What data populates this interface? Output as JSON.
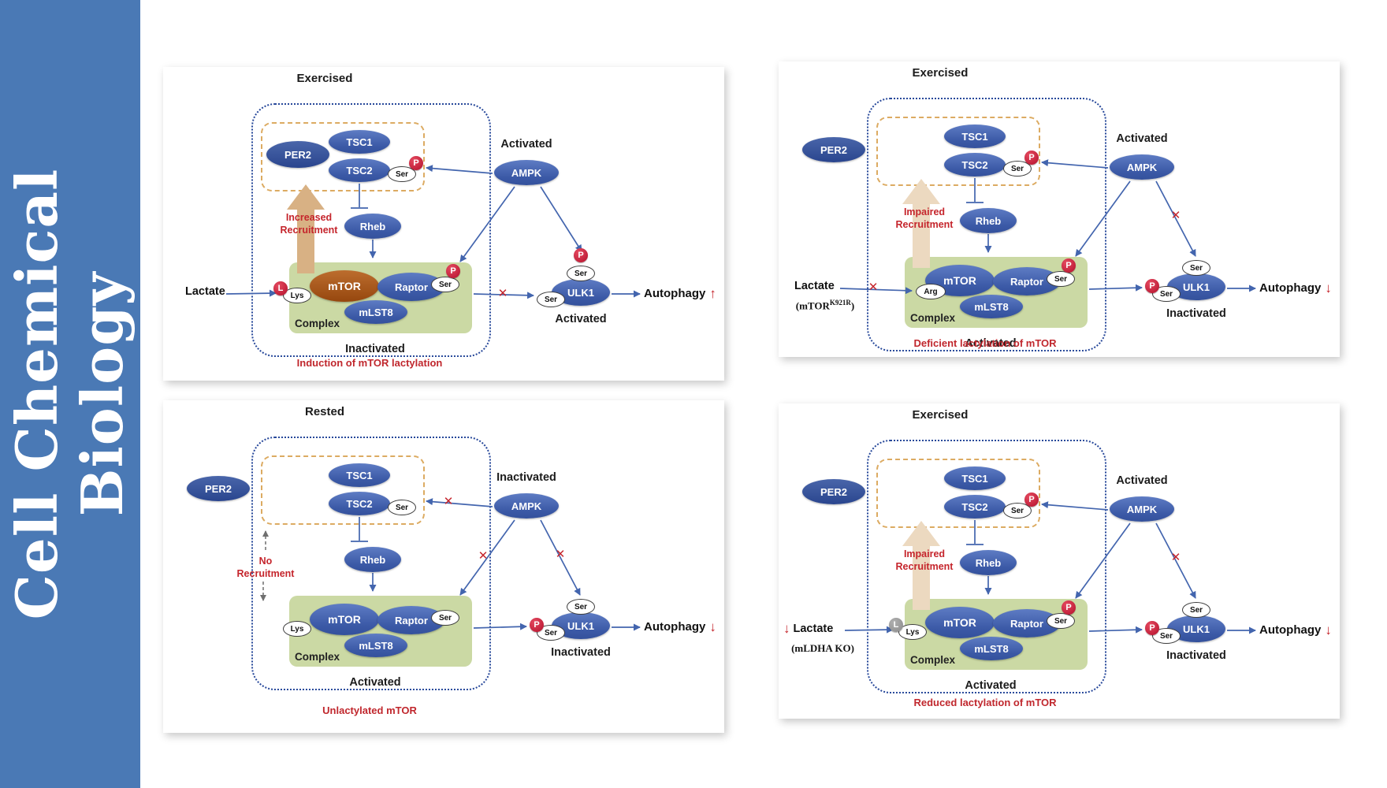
{
  "journal": {
    "name_line1": "Cell Chemical",
    "name_line2": "Biology"
  },
  "icons": {
    "x": "✕",
    "arrow_up": "↑",
    "arrow_down": "↓"
  },
  "colors": {
    "sidebar_blue": "#4a79b5",
    "node_blue": "#4060aa",
    "per2_blue": "#32509a",
    "mtor_brown": "#a65a1c",
    "complex_green": "#cbd9a4",
    "phospho_red": "#c0182f",
    "alert_red": "#c5252c",
    "wire_blue": "#4365ae",
    "frame_blue": "#27489a",
    "frame_orange": "#dcab62",
    "recruitment_tan": "#d8b184"
  },
  "panels": [
    {
      "title": "Exercised",
      "per2": "PER2",
      "tsc1": "TSC1",
      "tsc2": "TSC2",
      "ampk": "AMPK",
      "ampk_state": "Activated",
      "rheb": "Rheb",
      "recruit_line1": "Increased",
      "recruit_line2": "Recruitment",
      "mtor": "mTOR",
      "raptor": "Raptor",
      "mlst8": "mLST8",
      "residue": "Lys",
      "residue_mark": "L",
      "ser": "Ser",
      "p": "P",
      "complex": "Complex",
      "complex_state": "Inactivated",
      "lactate": "Lactate",
      "ulk1": "ULK1",
      "ulk1_state": "Activated",
      "autophagy": "Autophagy",
      "autophagy_dir": "↑",
      "caption": "Induction of mTOR lactylation"
    },
    {
      "title": "Exercised",
      "per2": "PER2",
      "tsc1": "TSC1",
      "tsc2": "TSC2",
      "ampk": "AMPK",
      "ampk_state": "Activated",
      "rheb": "Rheb",
      "recruit_line1": "Impaired",
      "recruit_line2": "Recruitment",
      "mtor": "mTOR",
      "raptor": "Raptor",
      "mlst8": "mLST8",
      "residue": "Arg",
      "ser": "Ser",
      "p": "P",
      "complex": "Complex",
      "complex_state": "Activated",
      "lactate": "Lactate",
      "lactate_note_pre": "(mTOR",
      "lactate_note_sup": "K921R",
      "lactate_note_post": ")",
      "ulk1": "ULK1",
      "ulk1_state": "Inactivated",
      "autophagy": "Autophagy",
      "autophagy_dir": "↓",
      "caption": "Deficient lactylation of mTOR"
    },
    {
      "title": "Rested",
      "per2": "PER2",
      "tsc1": "TSC1",
      "tsc2": "TSC2",
      "ampk": "AMPK",
      "ampk_state": "Inactivated",
      "rheb": "Rheb",
      "recruit_line1": "No",
      "recruit_line2": "Recruitment",
      "mtor": "mTOR",
      "raptor": "Raptor",
      "mlst8": "mLST8",
      "residue": "Lys",
      "ser": "Ser",
      "p": "P",
      "complex": "Complex",
      "complex_state": "Activated",
      "ulk1": "ULK1",
      "ulk1_state": "Inactivated",
      "autophagy": "Autophagy",
      "autophagy_dir": "↓",
      "caption": "Unlactylated mTOR"
    },
    {
      "title": "Exercised",
      "per2": "PER2",
      "tsc1": "TSC1",
      "tsc2": "TSC2",
      "ampk": "AMPK",
      "ampk_state": "Activated",
      "rheb": "Rheb",
      "recruit_line1": "Impaired",
      "recruit_line2": "Recruitment",
      "mtor": "mTOR",
      "raptor": "Raptor",
      "mlst8": "mLST8",
      "residue": "Lys",
      "residue_mark": "L",
      "ser": "Ser",
      "p": "P",
      "complex": "Complex",
      "complex_state": "Activated",
      "lactate": "Lactate",
      "lactate_dir": "↓",
      "lactate_note": "(mLDHA KO)",
      "ulk1": "ULK1",
      "ulk1_state": "Inactivated",
      "autophagy": "Autophagy",
      "autophagy_dir": "↓",
      "caption": "Reduced lactylation of mTOR"
    }
  ]
}
